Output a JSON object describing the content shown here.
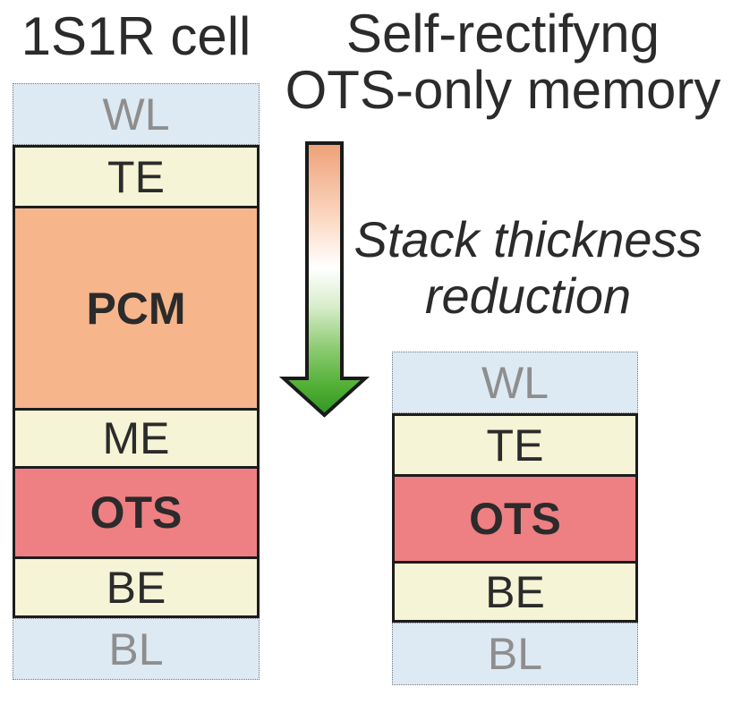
{
  "left_panel": {
    "title": "1S1R cell",
    "stack_layers": [
      {
        "label": "WL",
        "role": "word-line",
        "fill": "#dde9f3",
        "text_color": "#8e8e8e"
      },
      {
        "label": "TE",
        "role": "top-electrode",
        "fill": "#f6f4d6",
        "text_color": "#2b2b2b"
      },
      {
        "label": "PCM",
        "role": "phase-change-memory",
        "fill": "#f6b58b",
        "text_color": "#2b2b2b"
      },
      {
        "label": "ME",
        "role": "middle-electrode",
        "fill": "#f6f4d6",
        "text_color": "#2b2b2b"
      },
      {
        "label": "OTS",
        "role": "ovonic-threshold-switch",
        "fill": "#ee7f83",
        "text_color": "#2b2b2b"
      },
      {
        "label": "BE",
        "role": "bottom-electrode",
        "fill": "#f6f4d6",
        "text_color": "#2b2b2b"
      },
      {
        "label": "BL",
        "role": "bit-line",
        "fill": "#dde9f3",
        "text_color": "#8e8e8e"
      }
    ]
  },
  "right_panel": {
    "title_line1": "Self-rectifyng",
    "title_line2": "OTS-only memory",
    "arrow": {
      "label_line1": "Stack thickness",
      "label_line2": "reduction",
      "gradient_top": "#efa077",
      "gradient_middle": "#ffffff",
      "gradient_bottom": "#2f9623",
      "outline_color": "#1a1a1a"
    },
    "stack_layers": [
      {
        "label": "WL",
        "role": "word-line",
        "fill": "#dde9f3",
        "text_color": "#8e8e8e"
      },
      {
        "label": "TE",
        "role": "top-electrode",
        "fill": "#f6f4d6",
        "text_color": "#2b2b2b"
      },
      {
        "label": "OTS",
        "role": "ovonic-threshold-switch",
        "fill": "#ee7f83",
        "text_color": "#2b2b2b"
      },
      {
        "label": "BE",
        "role": "bottom-electrode",
        "fill": "#f6f4d6",
        "text_color": "#2b2b2b"
      },
      {
        "label": "BL",
        "role": "bit-line",
        "fill": "#dde9f3",
        "text_color": "#8e8e8e"
      }
    ]
  },
  "colors": {
    "background": "#ffffff",
    "line_fill": "#dde9f3",
    "electrode_fill": "#f6f4d6",
    "pcm_fill": "#f6b58b",
    "ots_fill": "#ee7f83",
    "border": "#1c1c1c",
    "dotted_border": "#7a7a7a",
    "muted_text": "#8e8e8e",
    "dark_text": "#2b2b2b"
  }
}
